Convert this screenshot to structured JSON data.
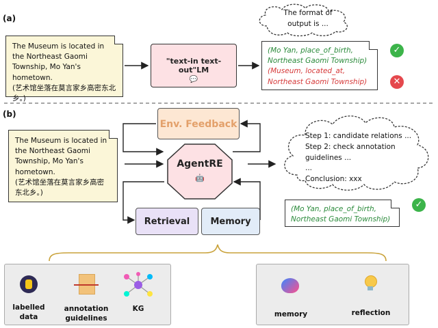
{
  "panel_a": {
    "label": "(a)",
    "input_en": "The Museum is located in the Northeast Gaomi Township, Mo Yan's hometown.",
    "input_zh": "(艺术馆坐落在莫言家乡高密东北乡。)",
    "lm_label": "\"text-in text-out\"LM",
    "thought_cloud": "The format of output is ...",
    "output_correct": "(Mo Yan, place_of_birth, Northeast Gaomi Township)",
    "output_wrong": "(Museum, located_at, Northeast Gaomi Township)"
  },
  "panel_b": {
    "label": "(b)",
    "input_en": "The Museum is located in the Northeast Gaomi Township, Mo Yan's hometown.",
    "input_zh": "(艺术馆坐落在莫言家乡高密东北乡。)",
    "env_feedback": "Env. Feedback",
    "agent": "AgentRE",
    "retrieval": "Retrieval",
    "memory": "Memory",
    "reasoning_cloud": {
      "step1": "Step 1: candidate relations ...",
      "step2": "Step 2: check annotation guidelines ...",
      "ellipsis": "...",
      "conclusion": "Conclusion: xxx"
    },
    "output": "(Mo Yan, place_of_birth, Northeast Gaomi Township)"
  },
  "resources_left": {
    "items": [
      "labelled data",
      "annotation guidelines",
      "KG"
    ]
  },
  "resources_right": {
    "items": [
      "memory",
      "reflection"
    ]
  },
  "colors": {
    "note_bg": "#fbf6d8",
    "lm_bg": "#fde1e4",
    "env_bg": "#fde7d3",
    "retrieval_bg": "#e9e1f7",
    "memory_bg": "#e2ecf8",
    "correct": "#2a8a3a",
    "wrong": "#d63a3a",
    "brace": "#c9a23a"
  },
  "icons": [
    "check-icon",
    "cross-icon",
    "speech-bubble-icon",
    "robot-icon",
    "database-icon",
    "documents-icon",
    "graph-icon",
    "brain-icon",
    "lightbulb-icon"
  ]
}
